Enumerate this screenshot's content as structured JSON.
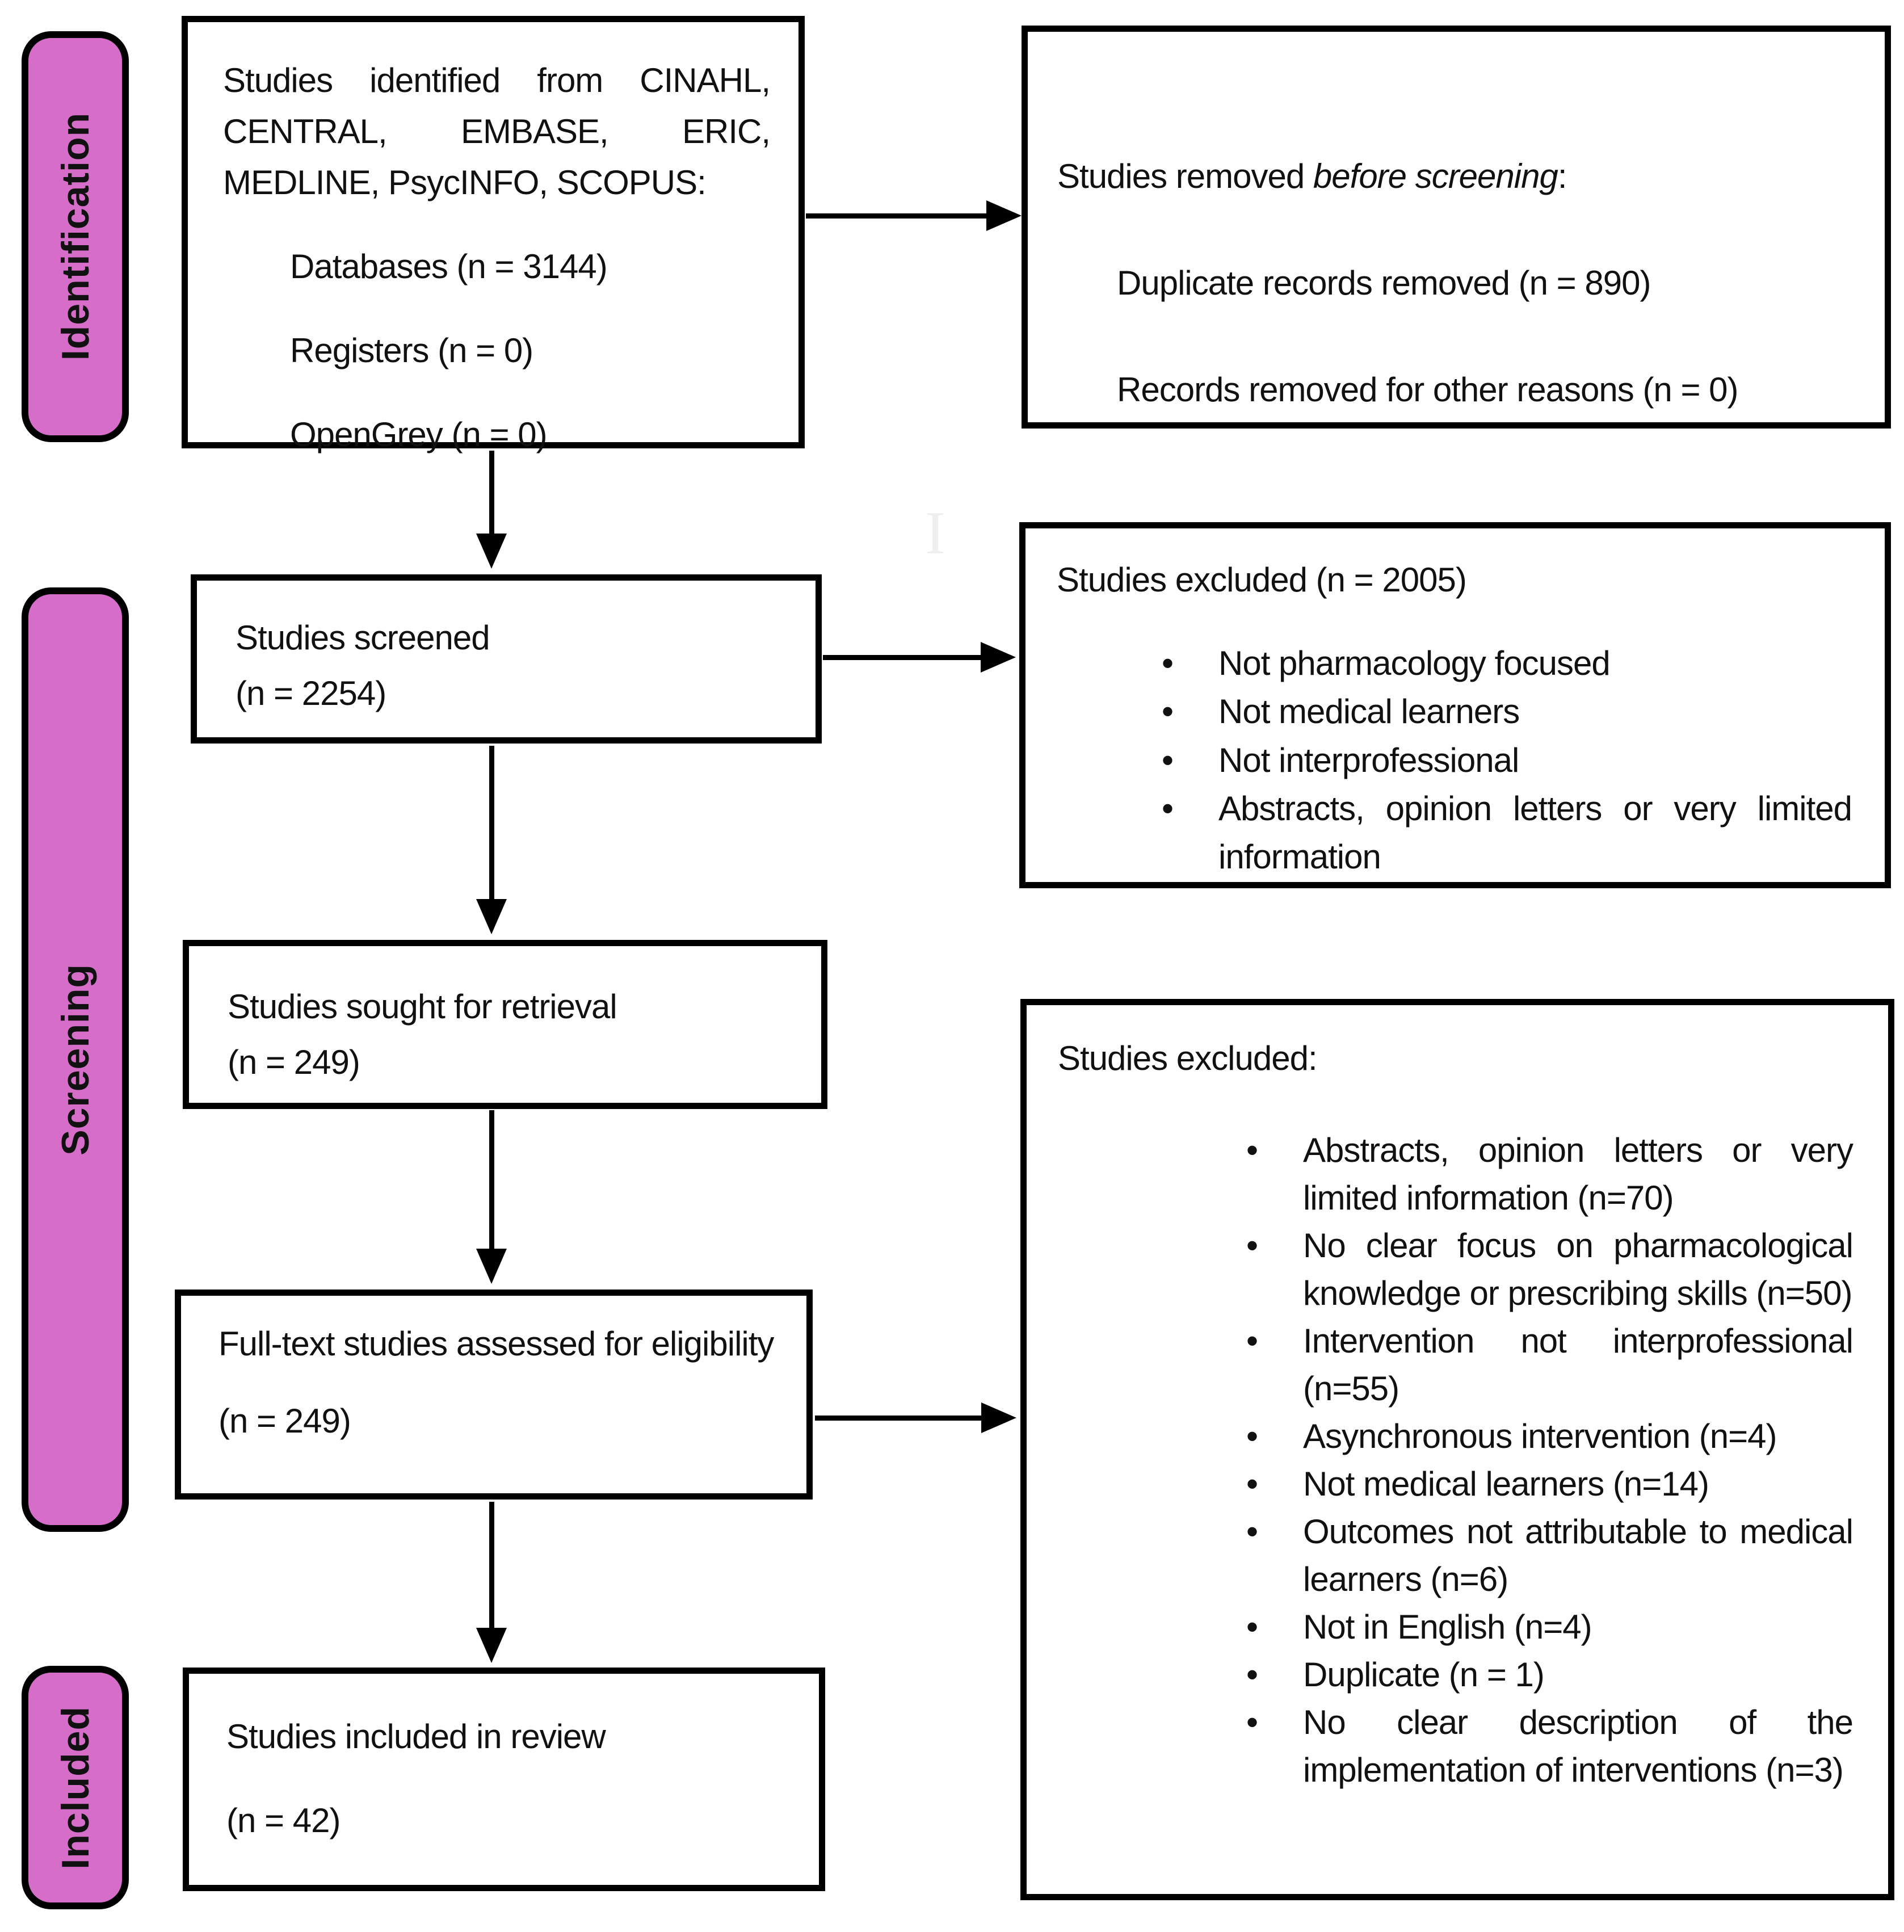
{
  "diagram": {
    "stages": [
      {
        "label": "Identification"
      },
      {
        "label": "Screening"
      },
      {
        "label": "Included"
      }
    ],
    "boxes": {
      "identified": {
        "intro": "Studies identified from CINAHL, CENTRAL, EMBASE, ERIC, MEDLINE, PsycINFO, SCOPUS:",
        "items": [
          "Databases (n = 3144)",
          "Registers (n = 0)",
          "OpenGrey (n = 0)"
        ]
      },
      "removed_before": {
        "title_prefix": "Studies removed ",
        "title_italic": "before screening",
        "title_suffix": ":",
        "items": [
          "Duplicate records removed (n = 890)",
          "Records removed for other reasons (n = 0)"
        ]
      },
      "screened": {
        "line1": "Studies screened",
        "line2": "(n = 2254)"
      },
      "excluded_screen": {
        "title": "Studies excluded (n = 2005)",
        "bullets": [
          "Not pharmacology focused",
          "Not medical learners",
          "Not interprofessional",
          "Abstracts, opinion letters or very limited information"
        ]
      },
      "sought": {
        "line1": "Studies sought for retrieval",
        "line2": "(n = 249)"
      },
      "fulltext": {
        "line1": "Full-text studies assessed for eligibility",
        "line2": "(n = 249)"
      },
      "excluded_fulltext": {
        "title": "Studies excluded:",
        "bullets": [
          "Abstracts, opinion letters or very limited information (n=70)",
          "No clear focus on pharmacological knowledge or prescribing skills (n=50)",
          "Intervention not interprofessional (n=55)",
          "Asynchronous intervention (n=4)",
          "Not medical learners (n=14)",
          "Outcomes not attributable to medical learners (n=6)",
          "Not in English (n=4)",
          "Duplicate (n = 1)",
          "No clear description of the implementation of interventions (n=3)"
        ]
      },
      "included": {
        "line1": "Studies included in review",
        "line2": "(n = 42)"
      }
    },
    "watermark": "I",
    "colors": {
      "stage_fill": "#d66ec9",
      "border": "#000000",
      "background": "#ffffff",
      "watermark": "#efefed"
    }
  }
}
